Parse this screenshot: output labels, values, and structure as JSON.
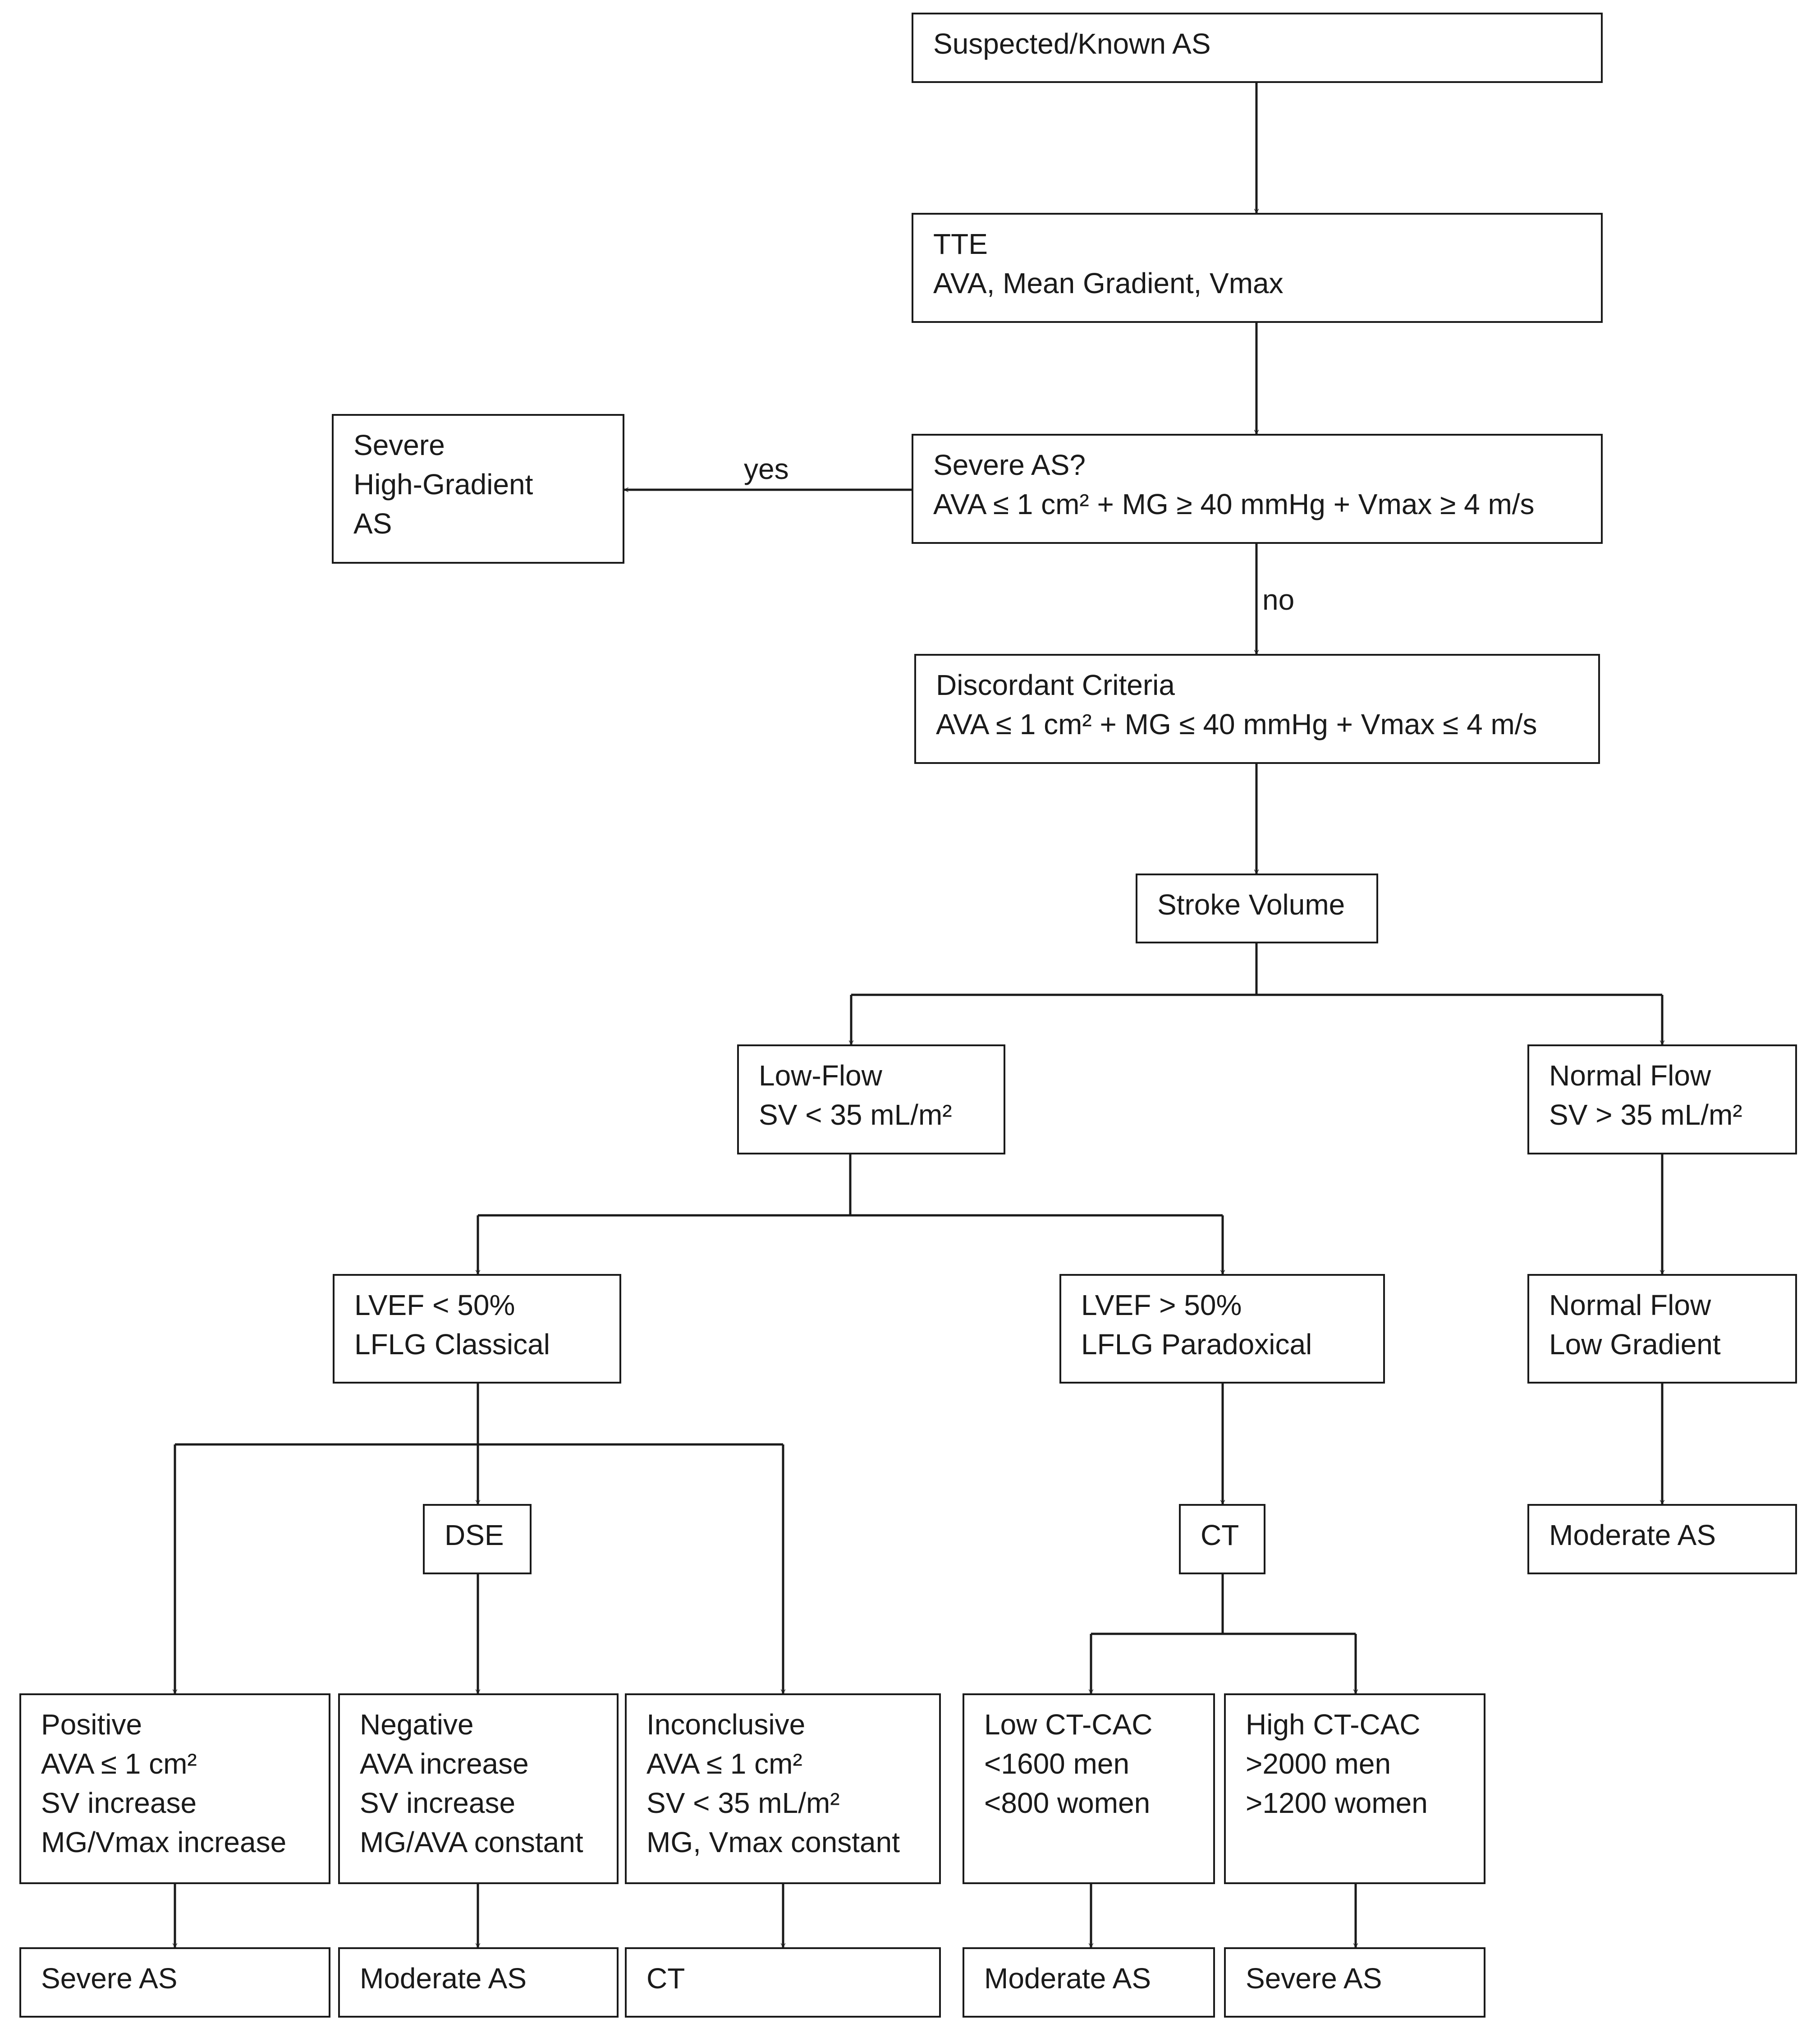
{
  "nodes": {
    "suspected": [
      "Suspected/Known AS"
    ],
    "tte": [
      "TTE",
      "AVA, Mean Gradient, Vmax"
    ],
    "severe_as_q": [
      "Severe AS?",
      "AVA ≤ 1 cm² + MG ≥ 40 mmHg + Vmax ≥ 4 m/s"
    ],
    "severe_high_gradient": [
      "Severe",
      "High-Gradient",
      "AS"
    ],
    "discordant": [
      "Discordant Criteria",
      "AVA ≤ 1 cm² + MG ≤ 40 mmHg + Vmax ≤ 4 m/s"
    ],
    "stroke_volume": [
      "Stroke Volume"
    ],
    "low_flow": [
      "Low-Flow",
      "SV < 35 mL/m²"
    ],
    "normal_flow": [
      "Normal Flow",
      "SV > 35 mL/m²"
    ],
    "lvef_classical": [
      "LVEF < 50%",
      "LFLG Classical"
    ],
    "lvef_paradoxical": [
      "LVEF > 50%",
      "LFLG Paradoxical"
    ],
    "normal_flow_low_gradient": [
      "Normal Flow",
      "Low Gradient"
    ],
    "dse": [
      "DSE"
    ],
    "ct_mid": [
      "CT"
    ],
    "moderate_right": [
      "Moderate AS"
    ],
    "positive": [
      "Positive",
      "AVA ≤ 1 cm²",
      "SV increase",
      "MG/Vmax increase"
    ],
    "negative": [
      "Negative",
      "AVA increase",
      "SV increase",
      "MG/AVA constant"
    ],
    "inconclusive": [
      "Inconclusive",
      "AVA ≤ 1 cm²",
      "SV < 35 mL/m²",
      "MG, Vmax constant"
    ],
    "low_ct_cac": [
      "Low CT-CAC",
      "<1600 men",
      "<800 women"
    ],
    "high_ct_cac": [
      "High CT-CAC",
      ">2000 men",
      ">1200 women"
    ],
    "out_severe_1": [
      "Severe AS"
    ],
    "out_moderate_1": [
      "Moderate AS"
    ],
    "out_ct": [
      "CT"
    ],
    "out_moderate_2": [
      "Moderate AS"
    ],
    "out_severe_2": [
      "Severe AS"
    ]
  },
  "edge_labels": {
    "yes": "yes",
    "no": "no"
  },
  "colors": {
    "stroke": "#1a1a1a",
    "background": "#ffffff"
  }
}
